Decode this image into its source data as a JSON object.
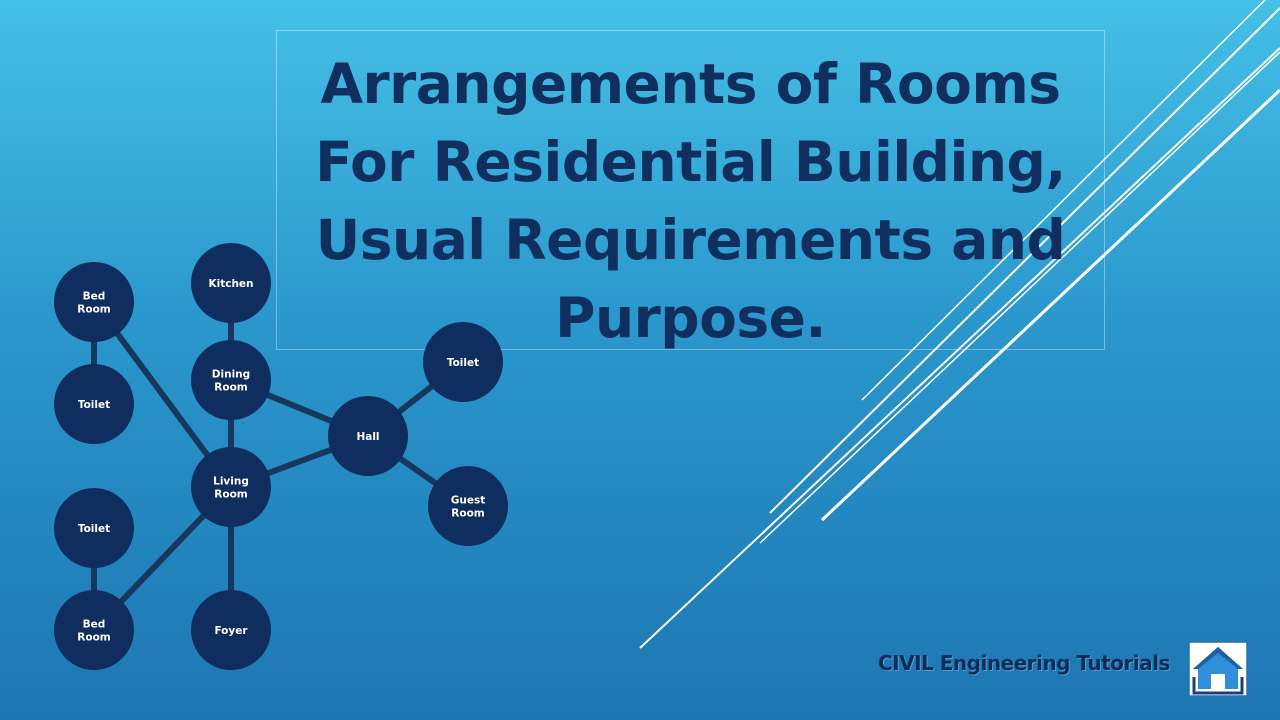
{
  "slide": {
    "title": "Arrangements of Rooms\nFor Residential Building,\nUsual Requirements and\nPurpose.",
    "brand": "CIVIL Engineering Tutorials",
    "brand_logo_icon": "house-logo-icon"
  },
  "colors": {
    "title": "#102f5f",
    "node_fill": "#0f2d5e",
    "edge": "#17375c",
    "deco_line": "#ffffff"
  },
  "diagram": {
    "nodes": [
      {
        "id": "bed-room-1",
        "label": "Bed\nRoom"
      },
      {
        "id": "toilet-1",
        "label": "Toilet"
      },
      {
        "id": "kitchen",
        "label": "Kitchen"
      },
      {
        "id": "dining-room",
        "label": "Dining\nRoom"
      },
      {
        "id": "living-room",
        "label": "Living\nRoom"
      },
      {
        "id": "hall",
        "label": "Hall"
      },
      {
        "id": "toilet-3",
        "label": "Toilet"
      },
      {
        "id": "guest-room",
        "label": "Guest\nRoom"
      },
      {
        "id": "toilet-2",
        "label": "Toilet"
      },
      {
        "id": "bed-room-2",
        "label": "Bed\nRoom"
      },
      {
        "id": "foyer",
        "label": "Foyer"
      }
    ],
    "edges": [
      {
        "from": "bed-room-1",
        "to": "toilet-1"
      },
      {
        "from": "bed-room-1",
        "to": "living-room"
      },
      {
        "from": "kitchen",
        "to": "dining-room"
      },
      {
        "from": "dining-room",
        "to": "living-room"
      },
      {
        "from": "dining-room",
        "to": "hall"
      },
      {
        "from": "living-room",
        "to": "hall"
      },
      {
        "from": "hall",
        "to": "toilet-3"
      },
      {
        "from": "hall",
        "to": "guest-room"
      },
      {
        "from": "living-room",
        "to": "bed-room-2"
      },
      {
        "from": "living-room",
        "to": "foyer"
      },
      {
        "from": "toilet-2",
        "to": "bed-room-2"
      }
    ]
  }
}
